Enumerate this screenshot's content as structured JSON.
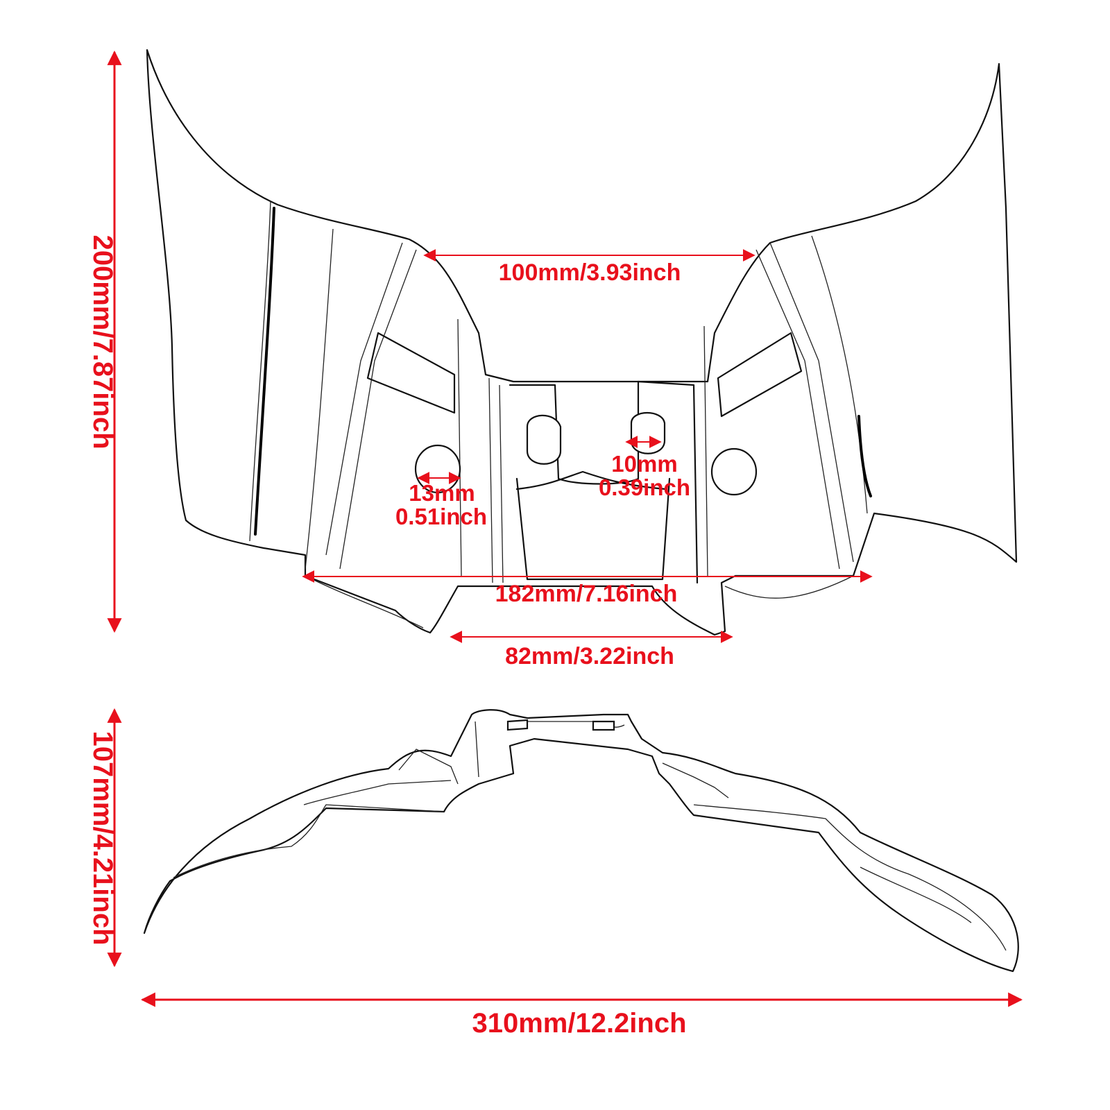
{
  "top_view": {
    "height_label": "200mm/7.87inch",
    "top_gap_label": "100mm/3.93inch",
    "hole_left_mm": "13mm",
    "hole_left_inch": "0.51inch",
    "hole_right_mm": "10mm",
    "hole_right_inch": "0.39inch",
    "width_label": "182mm/7.16inch",
    "bottom_gap_label": "82mm/3.22inch"
  },
  "side_view": {
    "height_label": "107mm/4.21inch",
    "width_label": "310mm/12.2inch"
  },
  "colors": {
    "dimension": "#e8101c",
    "outline": "#111111",
    "background": "#ffffff"
  }
}
